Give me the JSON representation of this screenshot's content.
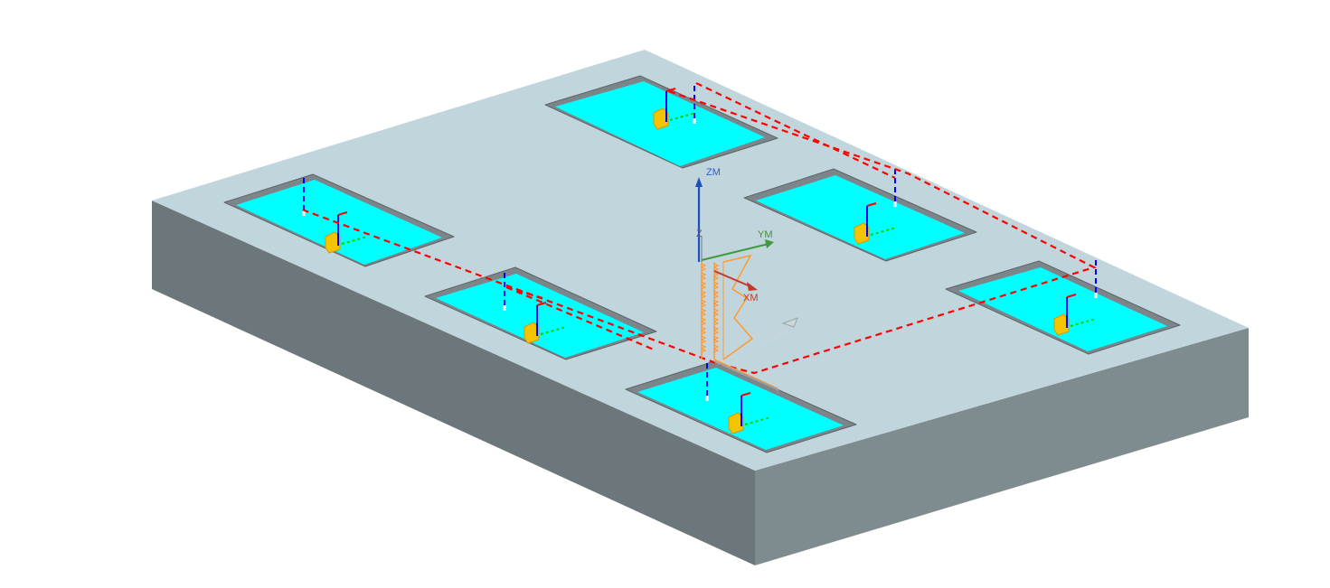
{
  "viewport": {
    "name": "cad-graphics-window",
    "background": "#ffffff"
  },
  "model": {
    "type": "plate-with-six-rectangular-pockets",
    "colors": {
      "top_face": "#c1d6dc",
      "left_face": "#6b777a",
      "right_face": "#7e8b8f",
      "pocket_wall": "#7c868a",
      "pocket_floor": "#00ffff",
      "path_rapid": "#ff0000",
      "path_approach": "#0000ff",
      "path_cut": "#00cc00",
      "tool": "#f5c400",
      "drill_path": "#ff9933"
    },
    "pocket_count": 6
  },
  "wcs": {
    "z_label": "ZM",
    "y_label": "YM",
    "x_label": "XM",
    "tool_z_label": "Z",
    "colors": {
      "z": "#1c4fbf",
      "y": "#3f9a3f",
      "x": "#c0392b",
      "label_z": "#2a5fd0",
      "label_y": "#3f8f3f",
      "label_x": "#c0392b"
    }
  }
}
